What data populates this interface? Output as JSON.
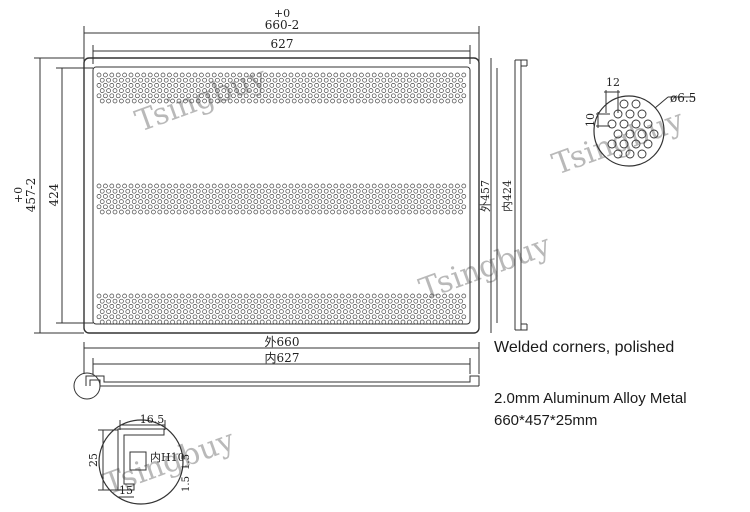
{
  "dimensions": {
    "top_tolerance": "+0",
    "top_width": "660-2",
    "inner_width": "627",
    "left_tolerance": "+0",
    "left_height": "457-2",
    "inner_height": "424",
    "outer_height_side": "外457",
    "inner_height_side": "内424",
    "outer_width_bottom": "外660",
    "inner_width_bottom": "内627",
    "detail_left": "12",
    "detail_gap": "10",
    "hole_diameter": "ø6.5",
    "profile_width": "16.5",
    "profile_height": "25",
    "profile_inner": "内H10",
    "profile_thickness_a": "1.5",
    "profile_thickness_b": "1.5",
    "profile_base": "15"
  },
  "notes": {
    "welded": "Welded corners, polished",
    "material": "2.0mm Aluminum Alloy Metal",
    "size": "660*457*25mm"
  },
  "watermark": "Tsingbuy"
}
